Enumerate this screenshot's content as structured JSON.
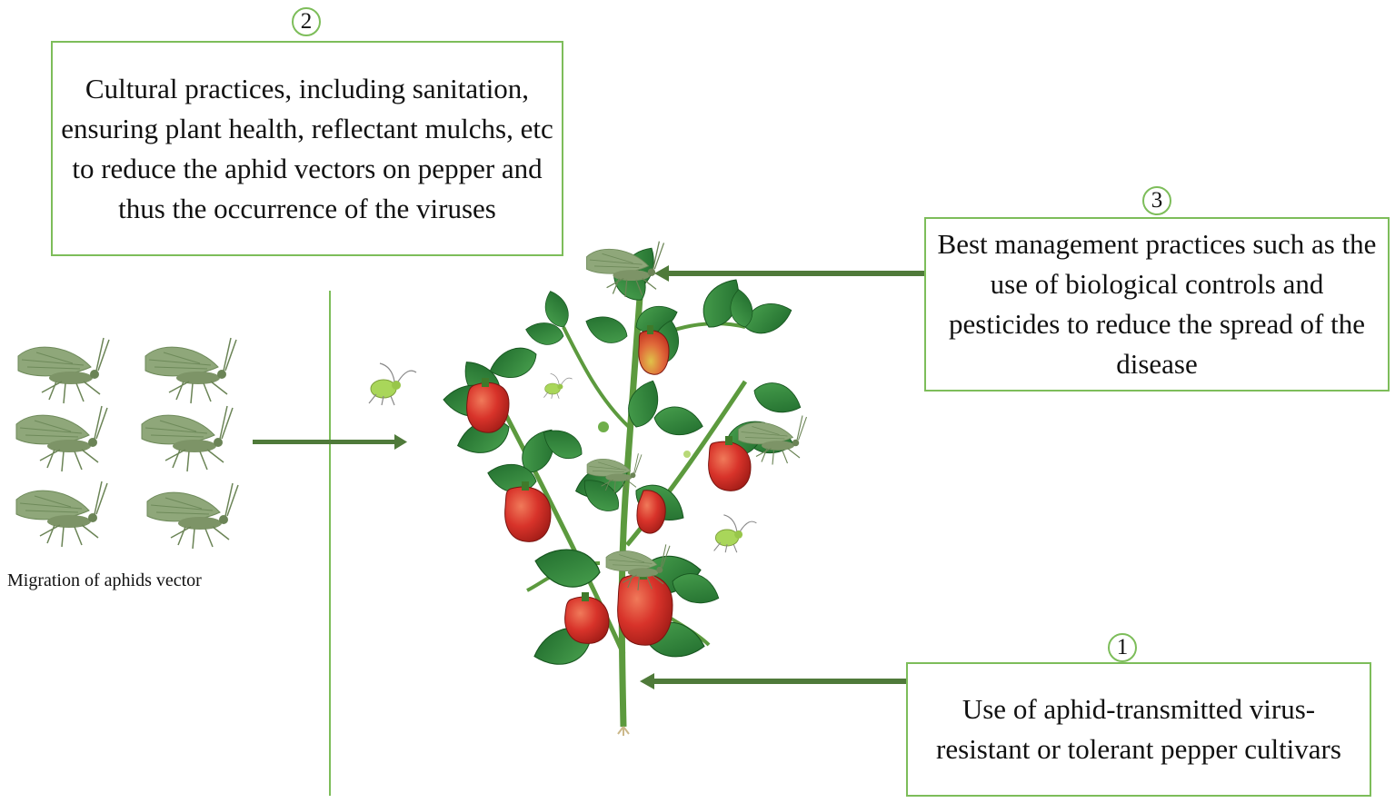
{
  "steps": [
    {
      "number": "2",
      "text": "Cultural practices, including sanitation, ensuring plant health, reflectant mulchs, etc to reduce the aphid vectors on pepper and thus the occurrence of the viruses"
    },
    {
      "number": "3",
      "text": "Best management practices such as the use of biological controls and pesticides to reduce the spread of the disease"
    },
    {
      "number": "1",
      "text": "Use of aphid-transmitted virus-resistant or tolerant pepper cultivars"
    }
  ],
  "migration_caption": "Migration of aphids vector",
  "colors": {
    "box_border": "#7dbd5a",
    "arrow": "#4f7a3a",
    "leaf": "#2f7d3a",
    "pepper": "#d8332a",
    "aphid": "#8fa77a",
    "small_aphid": "#a9d65a"
  }
}
